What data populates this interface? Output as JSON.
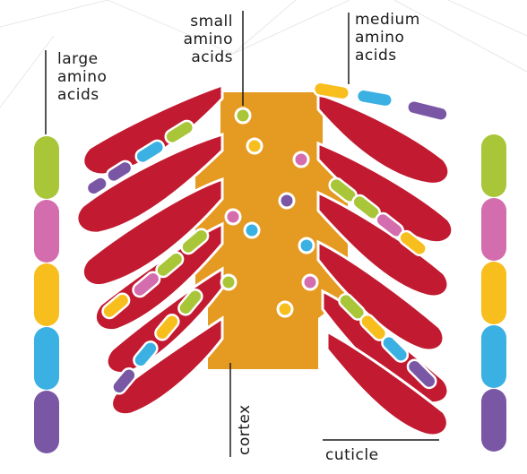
{
  "labels": {
    "small": [
      "small",
      "amino",
      "acids"
    ],
    "medium": [
      "medium",
      "amino",
      "acids"
    ],
    "large": [
      "large",
      "amino",
      "acids"
    ],
    "cortex": "cortex",
    "cuticle": "cuticle"
  },
  "colors": {
    "cortex": "#E59A22",
    "scale": "#C21A30",
    "lime": "#A9C639",
    "pink": "#D46DAE",
    "yellow": "#F8BE1D",
    "blue": "#3BB1E3",
    "purple": "#7A57A5",
    "bg_lines": "#E6E6E6",
    "ink": "#1a1a1a"
  },
  "large_chain_colors": [
    "lime",
    "pink",
    "yellow",
    "blue",
    "purple"
  ],
  "small_amino_acid_colors": [
    "lime",
    "yellow",
    "pink",
    "purple",
    "pink",
    "blue",
    "blue",
    "lime",
    "pink",
    "yellow"
  ],
  "medium_chain_colors": [
    "yellow",
    "blue",
    "purple"
  ]
}
